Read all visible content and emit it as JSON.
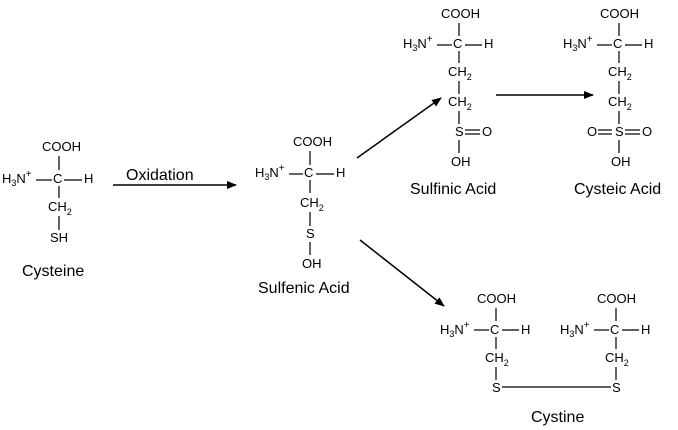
{
  "labels": {
    "cooh": "COOH",
    "n_main": "H",
    "n_sub": "3",
    "n_atom": "N",
    "n_charge": "+",
    "c": "C",
    "h": "H",
    "ch_main": "CH",
    "ch_sub": "2",
    "s": "S",
    "sh": "SH",
    "oh": "OH",
    "o": "O"
  },
  "names": {
    "cysteine": "Cysteine",
    "sulfenic": "Sulfenic Acid",
    "sulfinic": "Sulfinic Acid",
    "cysteic": "Cysteic Acid",
    "cystine": "Cystine"
  },
  "arrows": {
    "oxidation": "Oxidation"
  }
}
